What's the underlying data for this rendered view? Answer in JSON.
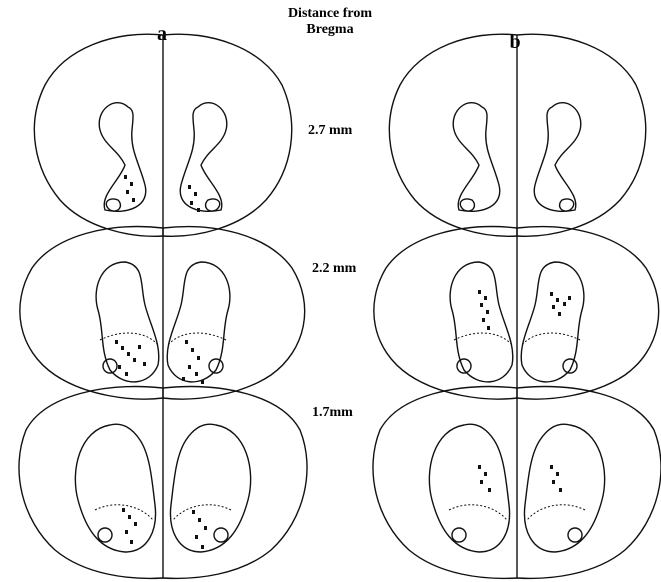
{
  "figure": {
    "panel_a_label": "a",
    "panel_b_label": "b",
    "axis_title_line1": "Distance from",
    "axis_title_line2": "Bregma",
    "levels": [
      "2.7 mm",
      "2.2 mm",
      "1.7mm"
    ]
  }
}
